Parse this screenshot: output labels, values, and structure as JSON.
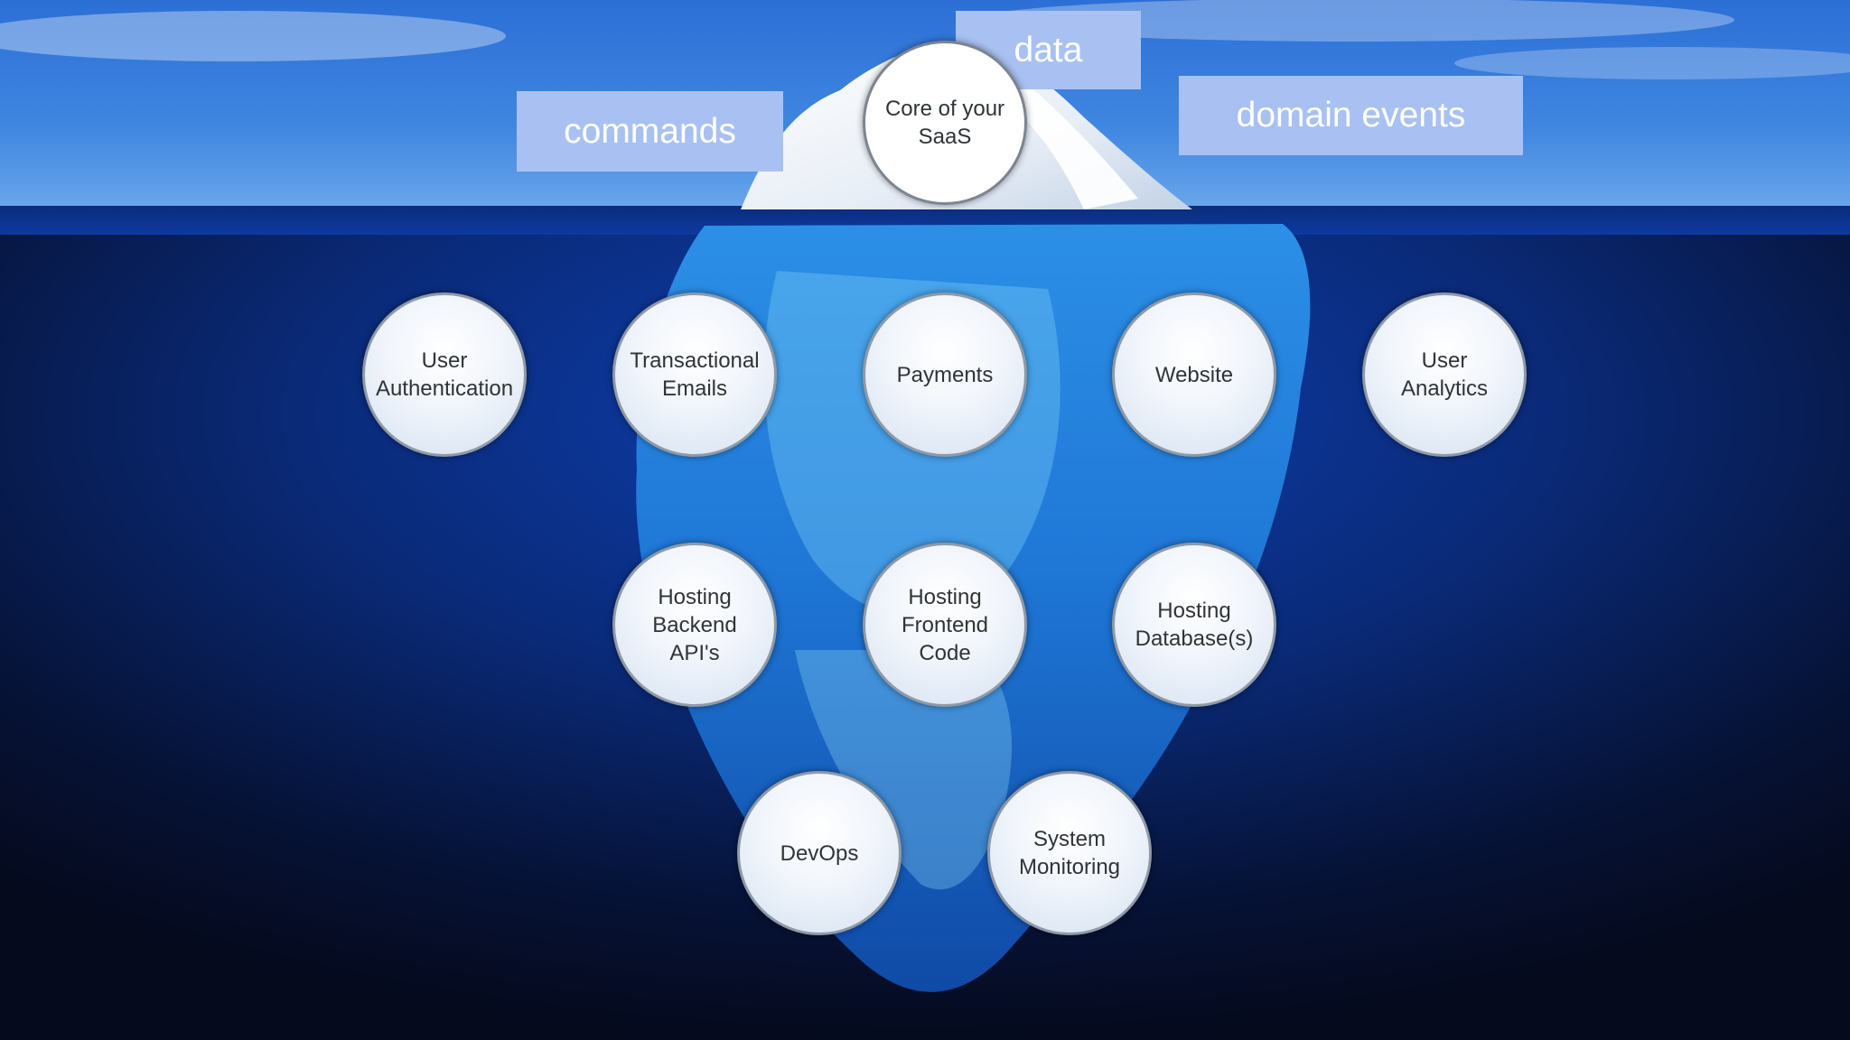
{
  "labels": {
    "commands": "commands",
    "data": "data",
    "domain_events": "domain events"
  },
  "nodes": {
    "core": "Core of your\nSaaS",
    "user_authentication": "User\nAuthentication",
    "transactional_emails": "Transactional\nEmails",
    "payments": "Payments",
    "website": "Website",
    "user_analytics": "User\nAnalytics",
    "hosting_backend_apis": "Hosting\nBackend\nAPI's",
    "hosting_frontend_code": "Hosting\nFrontend\nCode",
    "hosting_databases": "Hosting\nDatabase(s)",
    "devops": "DevOps",
    "system_monitoring": "System\nMonitoring"
  },
  "colors": {
    "label_box": "#a9c1f2",
    "sky_top": "#1f5fc9",
    "ocean_deep": "#050d24",
    "iceberg": "#3f9ee8"
  }
}
